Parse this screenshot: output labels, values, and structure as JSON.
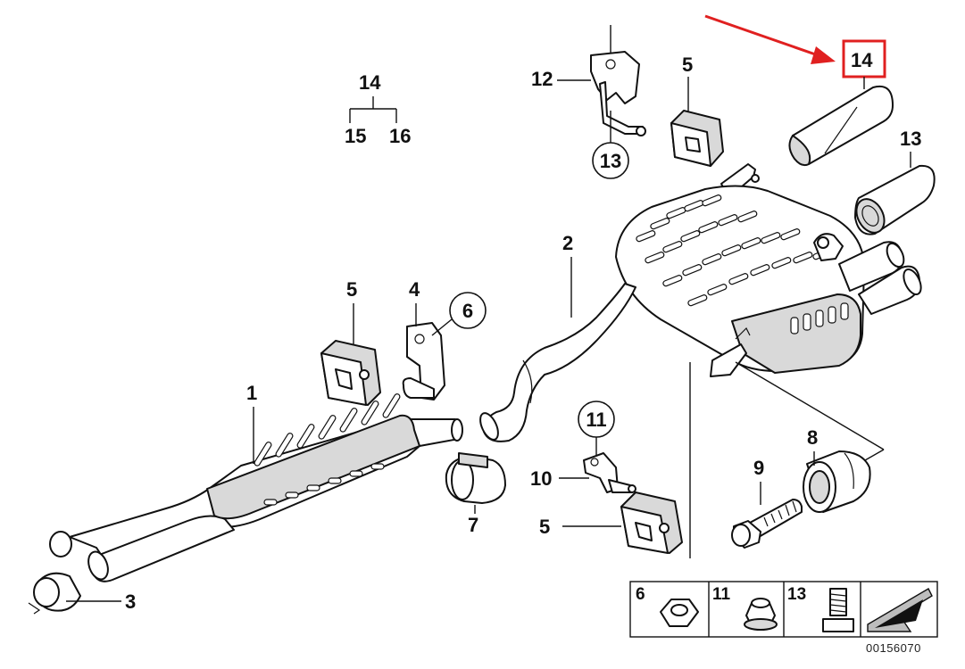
{
  "diagram": {
    "reference_number": "00156070",
    "highlight": {
      "part_number": "14",
      "color": "#e02020"
    },
    "arrow_color": "#e02020",
    "callouts": [
      {
        "id": "c1",
        "label": "1",
        "circled": false
      },
      {
        "id": "c2a",
        "label": "2",
        "circled": false
      },
      {
        "id": "c3",
        "label": "3",
        "circled": false
      },
      {
        "id": "c4",
        "label": "4",
        "circled": false
      },
      {
        "id": "c5a",
        "label": "5",
        "circled": false
      },
      {
        "id": "c5b",
        "label": "5",
        "circled": false
      },
      {
        "id": "c5c",
        "label": "5",
        "circled": false
      },
      {
        "id": "c6",
        "label": "6",
        "circled": true
      },
      {
        "id": "c7",
        "label": "7",
        "circled": false
      },
      {
        "id": "c8",
        "label": "8",
        "circled": false
      },
      {
        "id": "c9",
        "label": "9",
        "circled": false
      },
      {
        "id": "c10",
        "label": "10",
        "circled": false
      },
      {
        "id": "c11",
        "label": "11",
        "circled": true
      },
      {
        "id": "c12",
        "label": "12",
        "circled": false
      },
      {
        "id": "c13",
        "label": "13",
        "circled": true
      },
      {
        "id": "c14",
        "label": "14",
        "circled": false
      },
      {
        "id": "c15",
        "label": "15",
        "circled": false
      },
      {
        "id": "c16",
        "label": "16",
        "circled": false
      },
      {
        "id": "c16a",
        "label": "1",
        "circled": false
      },
      {
        "id": "c16b",
        "label": "2",
        "circled": false
      }
    ],
    "legend": [
      {
        "label": "6",
        "item": "hex-nut-icon"
      },
      {
        "label": "11",
        "item": "collar-nut-icon"
      },
      {
        "label": "13",
        "item": "bolt-icon"
      },
      {
        "label": "",
        "item": "direction-arrow-icon"
      }
    ]
  }
}
